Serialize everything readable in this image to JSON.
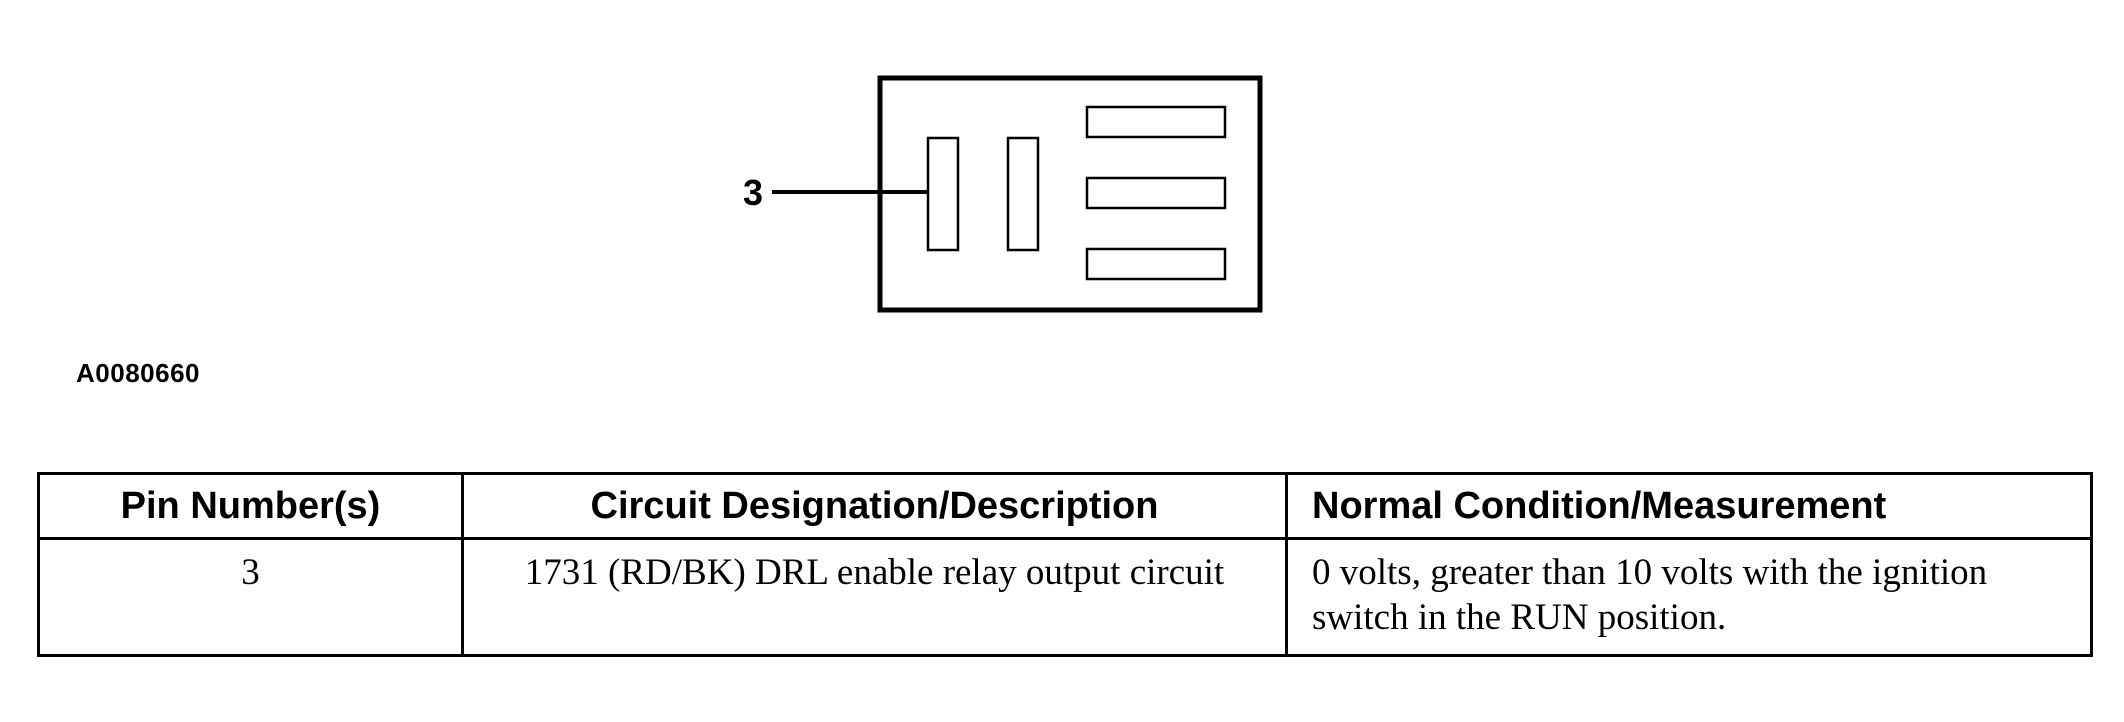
{
  "diagram": {
    "pin_label": "3"
  },
  "figure_id": "A0080660",
  "table": {
    "headers": [
      "Pin Number(s)",
      "Circuit Designation/Description",
      "Normal Condition/Measurement"
    ],
    "rows": [
      {
        "pin": "3",
        "circuit": "1731 (RD/BK) DRL enable relay output circuit",
        "condition": "0 volts, greater than 10 volts with the ignition switch in the RUN position."
      }
    ]
  }
}
